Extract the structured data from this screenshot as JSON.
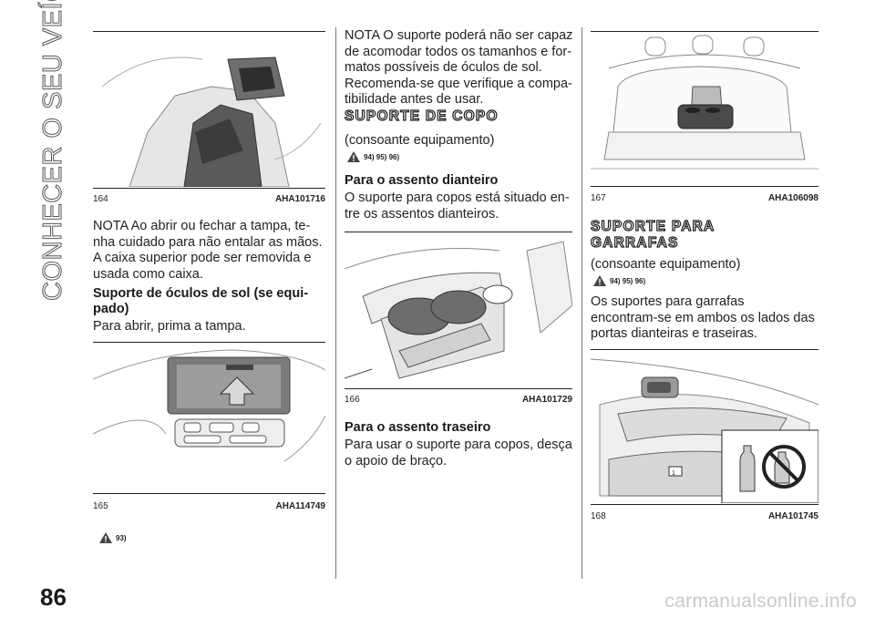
{
  "side_title": "CONHECER O SEU VEÍCULO",
  "page_number": "86",
  "watermark": "carmanualsonline.info",
  "col1": {
    "fig164": {
      "num": "164",
      "code": "AHA101716"
    },
    "note": "NOTA Ao abrir ou fechar a tampa, te-\nnha cuidado para não entalar as mãos.\nA caixa superior pode ser removida e\nusada como caixa.",
    "heading": "Suporte de óculos de sol (se equi-\npado)",
    "body": "Para abrir, prima a tampa.",
    "fig165": {
      "num": "165",
      "code": "AHA114749"
    },
    "warn": "93)"
  },
  "col2": {
    "note": "NOTA O suporte poderá não ser capaz\nde acomodar todos os tamanhos e for-\nmatos possíveis de óculos de sol.\nRecomenda-se que verifique a compa-\ntibilidade antes de usar.",
    "section": "SUPORTE DE COPO",
    "avail": "(consoante equipamento)",
    "warn": "94) 95) 96)",
    "heading1": "Para o assento dianteiro",
    "body1": "O suporte para copos está situado en-\ntre os assentos dianteiros.",
    "fig166": {
      "num": "166",
      "code": "AHA101729"
    },
    "heading2": "Para o assento traseiro",
    "body2": "Para usar o suporte para copos, desça\no apoio de braço."
  },
  "col3": {
    "fig167": {
      "num": "167",
      "code": "AHA106098"
    },
    "section": "SUPORTE PARA\nGARRAFAS",
    "avail": "(consoante equipamento)",
    "warn": "94) 95) 96)",
    "body": "Os suportes para garrafas\nencontram-se em ambos os lados das\nportas dianteiras e traseiras.",
    "fig168": {
      "num": "168",
      "code": "AHA101745"
    },
    "fig168_label": "1"
  }
}
